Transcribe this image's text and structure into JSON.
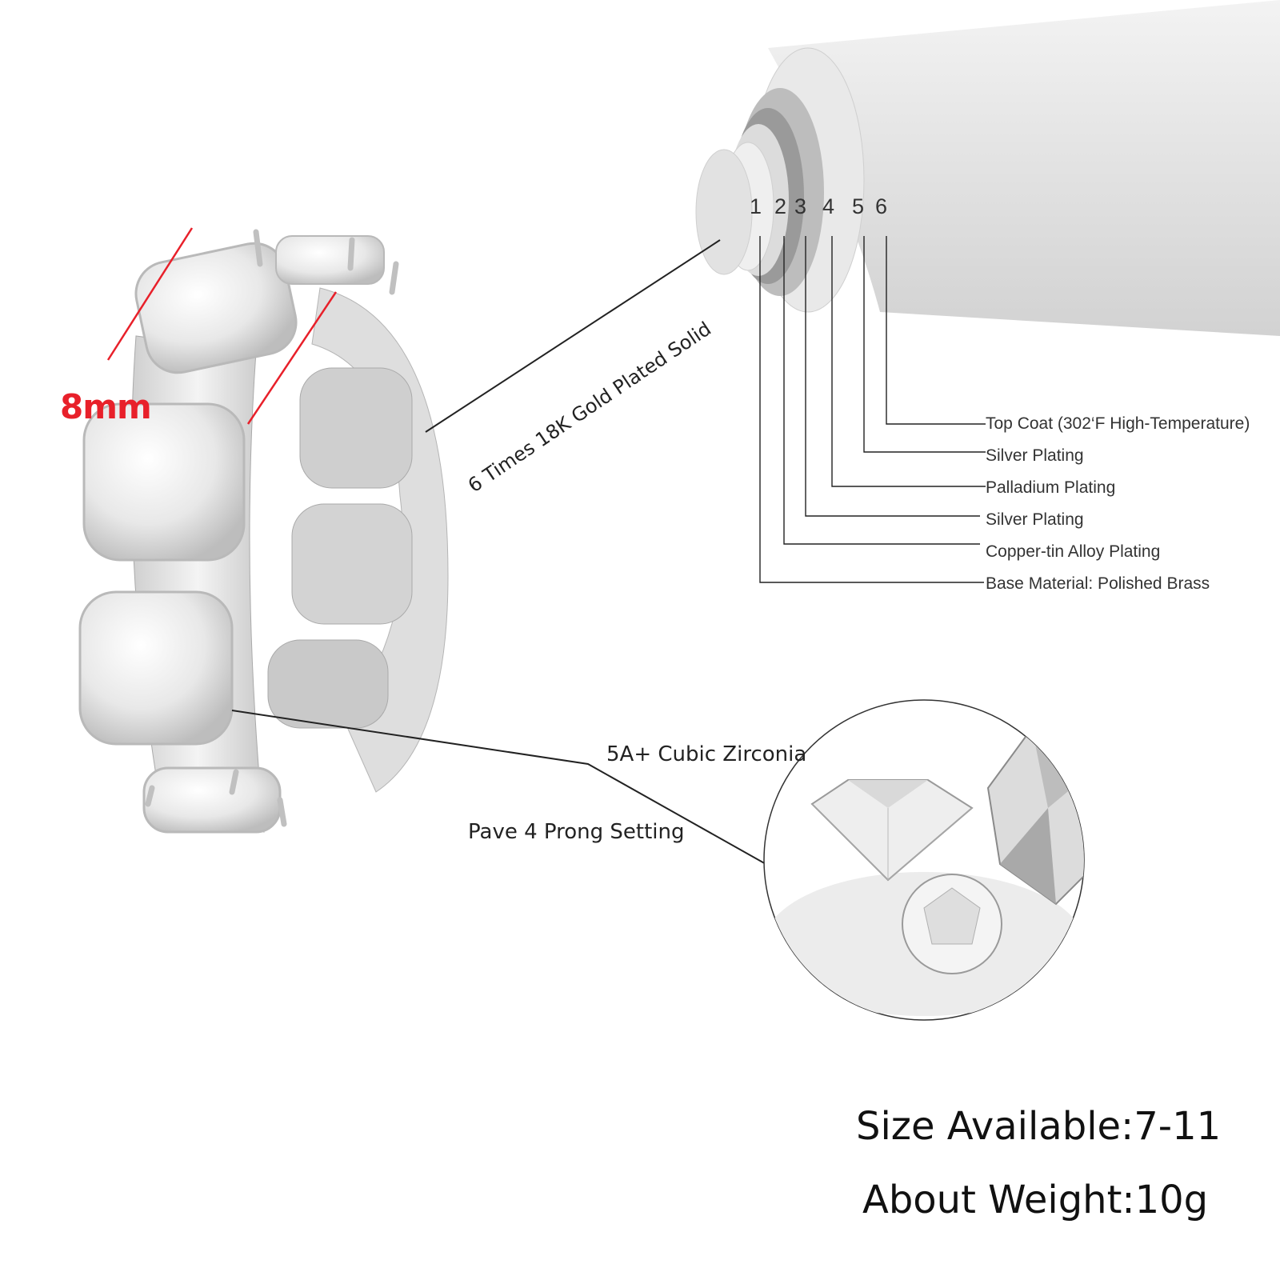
{
  "ring": {
    "width_label": "8mm",
    "plating_label": "6 Times 18K Gold Plated Solid",
    "stone_label": "5A+ Cubic Zirconia",
    "setting_label": "Pave 4 Prong Setting"
  },
  "layers": {
    "numbers": [
      "1",
      "2",
      "3",
      "4",
      "5",
      "6"
    ],
    "items": [
      "Top Coat (302‘F High-Temperature)",
      "Silver Plating",
      "Palladium Plating",
      "Silver Plating",
      "Copper-tin Alloy Plating",
      "Base Material: Polished Brass"
    ]
  },
  "specs": {
    "size": "Size Available:7-11",
    "weight": "About Weight:10g"
  },
  "colors": {
    "dimension_red": "#e8202a",
    "leader_line": "#222222",
    "metal_silver": "#e6e6e6"
  }
}
